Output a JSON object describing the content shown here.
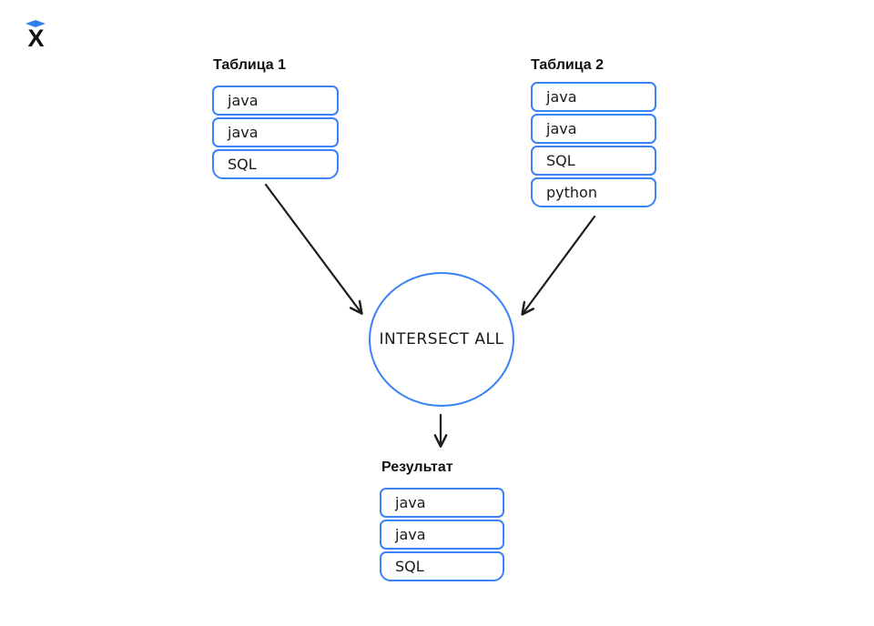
{
  "logo": {
    "glyph": "X"
  },
  "colors": {
    "accent": "#3b82f6",
    "arrow": "#1e1e1e",
    "logo_diamond": "#2f80ed",
    "text": "#1a1a1a"
  },
  "table1": {
    "title": "Таблица 1",
    "rows": [
      "java",
      "java",
      "SQL"
    ]
  },
  "table2": {
    "title": "Таблица 2",
    "rows": [
      "java",
      "java",
      "SQL",
      "python"
    ]
  },
  "result": {
    "title": "Результат",
    "rows": [
      "java",
      "java",
      "SQL"
    ]
  },
  "operation": {
    "label": "INTERSECT ALL"
  }
}
